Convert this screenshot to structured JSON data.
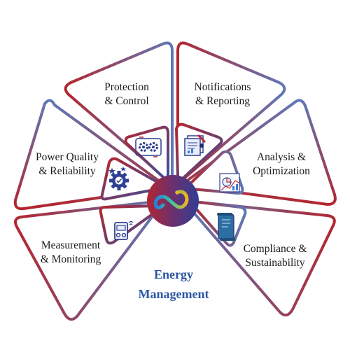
{
  "diagram": {
    "center": {
      "title_line1": "Energy",
      "title_line2": "Management",
      "logo": "infinity-loop-logo"
    },
    "segments": [
      {
        "id": "protection",
        "line1": "Protection",
        "line2": "& Control",
        "icon": "gears-cycle-icon"
      },
      {
        "id": "notifications",
        "line1": "Notifications",
        "line2": "& Reporting",
        "icon": "report-document-icon"
      },
      {
        "id": "analysis",
        "line1": "Analysis &",
        "line2": "Optimization",
        "icon": "analytics-chart-icon"
      },
      {
        "id": "compliance",
        "line1": "Compliance &",
        "line2": "Sustainability",
        "icon": "certificate-scroll-icon"
      },
      {
        "id": "measurement",
        "line1": "Measurement",
        "line2": "& Monitoring",
        "icon": "power-meter-icon"
      },
      {
        "id": "power-quality",
        "line1": "Power Quality",
        "line2": "& Reliability",
        "icon": "quality-gear-icon"
      }
    ],
    "colors": {
      "red": "#b3262f",
      "blue": "#2f3f92",
      "light_blue": "#5f78b6",
      "text": "#1a1a1a",
      "title": "#2b56a3"
    }
  }
}
